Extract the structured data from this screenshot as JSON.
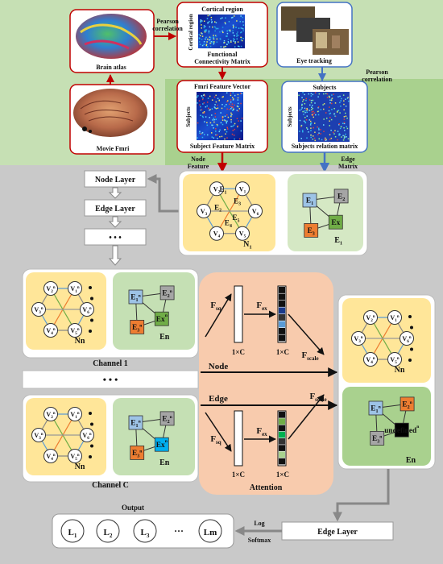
{
  "top": {
    "brain_atlas": "Brain atlas",
    "movie_fmri": "Movie Fmri",
    "pearson_1": "Pearson",
    "correlation_1": "correlation",
    "cortical_region_top": "Cortical region",
    "cortical_region_side": "Cortical region",
    "fc_matrix_1": "Functional",
    "fc_matrix_2": "Connectivity Matrix",
    "eye_tracking": "Eye tracking",
    "pearson_2": "Pearson",
    "correlation_2": "correlation",
    "fmri_feature_vector": "Fmri Feature Vector",
    "subjects_side_1": "Subjects",
    "subject_feature_matrix": "Subject Feature Matrix",
    "subjects_top": "Subjects",
    "subjects_side_2": "Subjects",
    "subjects_relation_matrix": "Subjects relation matrix",
    "node_feature_1": "Node",
    "node_feature_2": "Feature",
    "edge_matrix_1": "Edge",
    "edge_matrix_2": "Matrix"
  },
  "layers": {
    "node_layer": "Node Layer",
    "edge_layer": "Edge Layer",
    "ellipsis": "• • •",
    "channel_ellipsis": "• • •",
    "edge_layer_bottom": "Edge Layer"
  },
  "graph1": {
    "nodes": [
      "V1",
      "V2",
      "V3",
      "V4",
      "V5",
      "V6"
    ],
    "edges": [
      "E1",
      "E2",
      "E3",
      "E4",
      "E5"
    ],
    "node_label": "N1",
    "edge_nodes": [
      "E1",
      "E2",
      "E3",
      "Ex"
    ],
    "edge_label": "E1"
  },
  "channels": {
    "channel_1": "Channel 1",
    "channel_c": "Channel C",
    "node_label": "Nn",
    "edge_label": "En"
  },
  "attention": {
    "fsq": "F",
    "fsq_sub": "sq",
    "fex": "F",
    "fex_sub": "ex",
    "fscale": "F",
    "fscale_sub": "scale",
    "dim": "1×C",
    "node": "Node",
    "edge": "Edge",
    "title": "Attention"
  },
  "output": {
    "title": "Output",
    "labels": [
      "L1",
      "L2",
      "L3",
      "Lm"
    ],
    "ellipsis": "···",
    "log": "Log",
    "softmax": "Softmax"
  },
  "colors": {
    "green_band": "#c6e0b4",
    "attention_bg": "#f8cbad",
    "node_panel": "#ffe699",
    "edge_panel": "#c5e0b4",
    "edge_panel_dark": "#a9d18e",
    "red_arrow": "#c00000",
    "blue_arrow": "#4472c4"
  }
}
